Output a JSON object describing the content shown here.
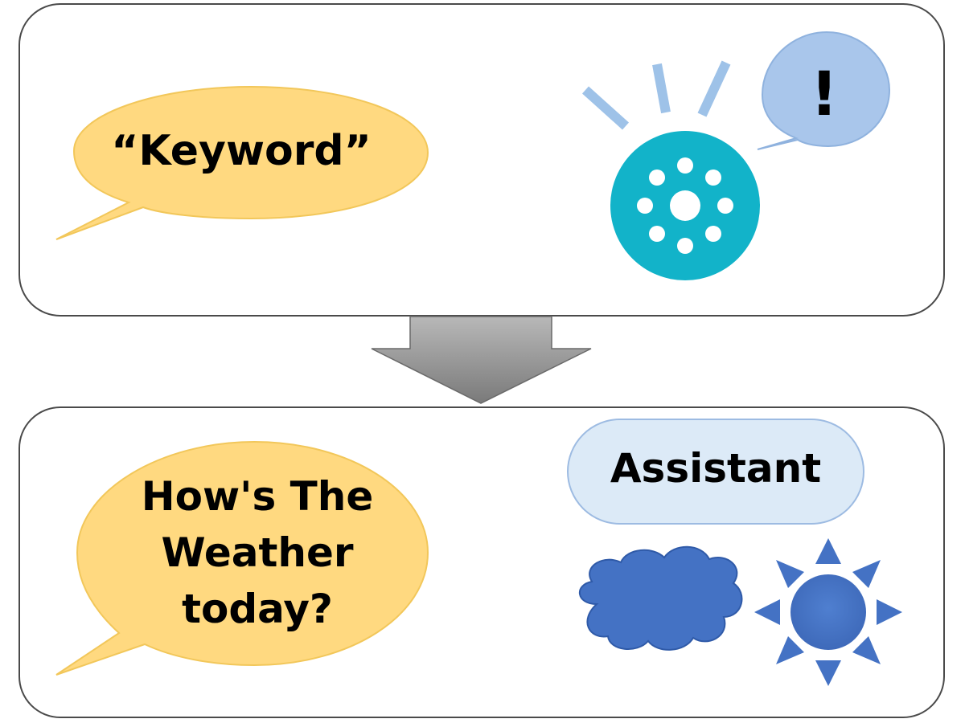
{
  "top_panel": {
    "user_speech": "“Keyword”",
    "device_alert": "!"
  },
  "bottom_panel": {
    "user_speech_lines": [
      "How's The",
      "Weather",
      "today?"
    ],
    "assistant_label": "Assistant"
  },
  "icons": {
    "top_device": "smart-speaker-icon",
    "weather": [
      "cloud-icon",
      "sun-icon"
    ],
    "transition": "down-arrow-icon"
  },
  "colors": {
    "speech_bubble_fill": "#FFD980",
    "speech_bubble_stroke": "#F2C75A",
    "alert_bubble_fill": "#A9C6EB",
    "speaker_fill": "#12B3C9",
    "assistant_bubble_fill": "#DCEAF7",
    "weather_icon_fill": "#4472C4",
    "arrow_fill": "#8C8C8C"
  }
}
